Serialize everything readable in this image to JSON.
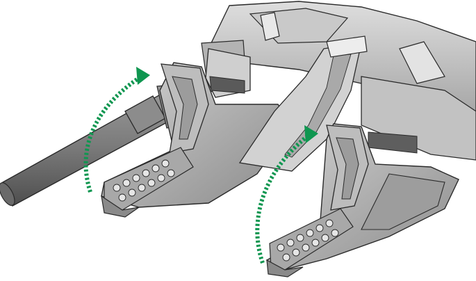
{
  "illustration": {
    "subject": "mecha-missile-pod-assembly",
    "view": "isometric-render"
  },
  "palette": {
    "background": "#ffffff",
    "panel_light": "#d9d9d9",
    "panel_mid": "#b8b8b8",
    "panel_dark": "#8e8e8e",
    "panel_shadow": "#6a6a6a",
    "outline": "#2a2a2a",
    "barrel": "#7d7d7d",
    "barrel_dark": "#555555",
    "missile_tip": "#e6e6e6",
    "arrow": "#0f9650"
  },
  "arrows": [
    {
      "name": "rotation-arrow-upper",
      "direction": "clockwise-up"
    },
    {
      "name": "rotation-arrow-lower",
      "direction": "clockwise-up"
    }
  ],
  "parts": [
    "barrel",
    "left-missile-pod",
    "right-missile-pod",
    "upper-armor",
    "center-rail"
  ]
}
